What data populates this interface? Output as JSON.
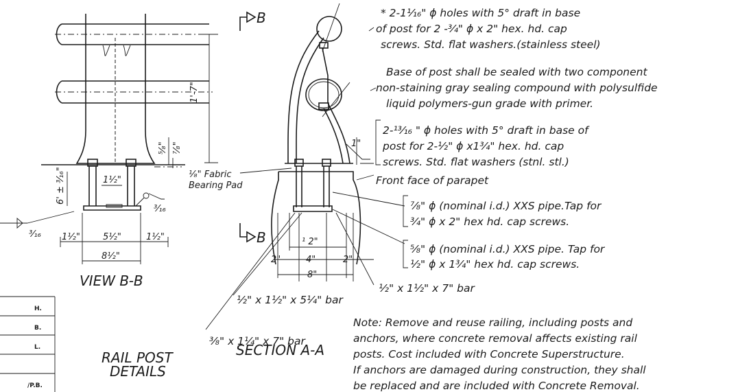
{
  "notes": {
    "n1": [
      "* 2-1¹⁄₁₆\" ϕ holes with 5° draft in base",
      "of post for 2 -³⁄₄\" ϕ x 2\" hex. hd. cap",
      "screws. Std. flat washers.(stainless steel)"
    ],
    "n2": [
      "Base of post shall be sealed with two component",
      "non-staining gray sealing compound with polysulfide",
      "liquid polymers-gun grade with primer."
    ],
    "n3": [
      "2-¹³⁄₁₆ \" ϕ holes with 5° draft in base of",
      "post for 2-¹⁄₂\" ϕ x1³⁄₄\" hex. hd. cap",
      "screws. Std. flat washers (stnl. stl.)"
    ],
    "n4": "Front face of parapet",
    "n5": [
      "⁷⁄₈\" ϕ (nominal i.d.) XXS pipe.Tap for",
      "³⁄₄\" ϕ x 2\" hex hd. cap screws."
    ],
    "n6": [
      "⁵⁄₈\" ϕ (nominal i.d.) XXS pipe.  Tap for",
      "¹⁄₂\" ϕ x 1³⁄₄\" hex hd. cap screws."
    ],
    "n7": "¹⁄₂\" x 1¹⁄₂\" x 7\" bar",
    "n8": "¹⁄₂\" x 1¹⁄₂\" x 5¹⁄₄\" bar",
    "n9": "³⁄₈\" x 1¹⁄₄\" x 7\" bar",
    "fabric": [
      "¹⁄₈\" Fabric",
      "Bearing Pad"
    ],
    "main_note": [
      "Note: Remove and reuse railing, including posts and",
      "anchors, where concrete removal affects existing rail",
      "posts. Cost included with Concrete Superstructure.",
      "If anchors are damaged during construction, they shall",
      "be replaced and are included with Concrete Removal."
    ],
    "main_note_prefix": "Note:"
  },
  "dims": {
    "height": "1'-7\"",
    "five_eighths": "⁵⁄₈\"",
    "seven_eighths": "⁷⁄₈\"",
    "six_ft": "6' ± ³⁄₁₆\"",
    "half_center": "1¹⁄₂\"",
    "weld_316_a": "³⁄₁₆",
    "weld_316_b": "³⁄₁₆",
    "left_1half": "1¹⁄₂\"",
    "mid_5half": "5¹⁄₂\"",
    "right_1half": "1¹⁄₂\"",
    "total_8half": "8¹⁄₂\"",
    "sec_half2": "¹ 2\"",
    "sec_2a": "2\"",
    "sec_4": "4\"",
    "sec_2b": "2\"",
    "sec_8": "8\"",
    "sec_1": "1\""
  },
  "labels": {
    "view_bb": "VIEW B-B",
    "section_aa": "SECTION A-A",
    "section_mark": "B",
    "rail_post": [
      "RAIL POST",
      "DETAILS"
    ]
  },
  "title_block": [
    "H.",
    "B.",
    "L.",
    "/P.B."
  ]
}
